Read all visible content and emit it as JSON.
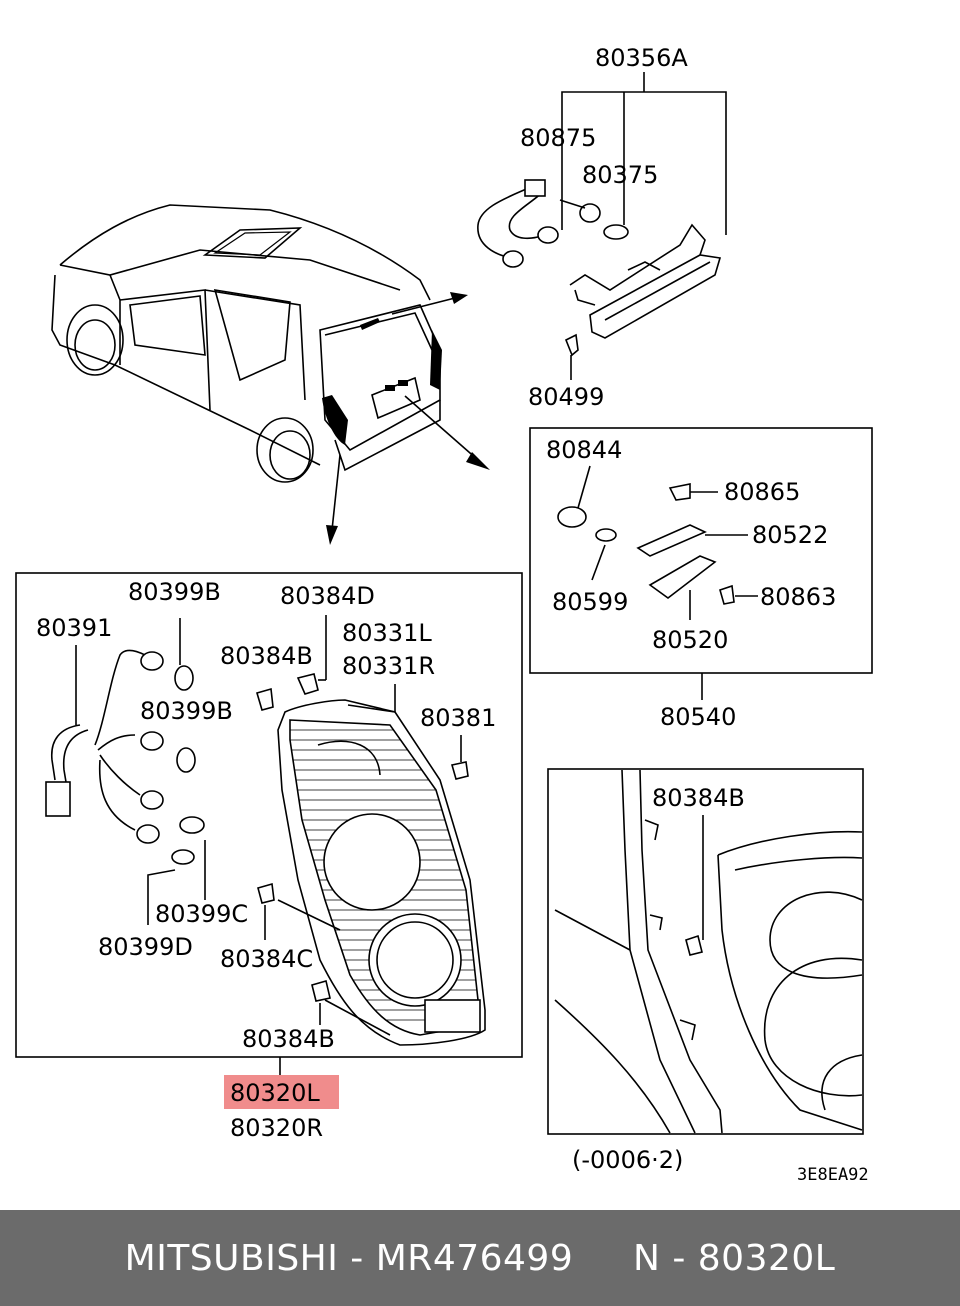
{
  "labels": {
    "p80356A": "80356A",
    "p80875": "80875",
    "p80375": "80375",
    "p80499": "80499",
    "p80844": "80844",
    "p80865": "80865",
    "p80522": "80522",
    "p80599": "80599",
    "p80863": "80863",
    "p80520": "80520",
    "p80540": "80540",
    "p80399B_top": "80399B",
    "p80384D": "80384D",
    "p80391": "80391",
    "p80384B_top": "80384B",
    "p80331L": "80331L",
    "p80331R": "80331R",
    "p80399B_mid": "80399B",
    "p80381": "80381",
    "p80399C": "80399C",
    "p80384C": "80384C",
    "p80399D": "80399D",
    "p80384B_bottom": "80384B",
    "p80384B_inset": "80384B",
    "p80320L": "80320L",
    "p80320R": "80320R",
    "date_range": "(-0006·2)",
    "diagram_code": "3E8EA92"
  },
  "highlight_color": "#f08c8c",
  "footer": {
    "text": "MITSUBISHI - MR476499     N - 80320L"
  }
}
